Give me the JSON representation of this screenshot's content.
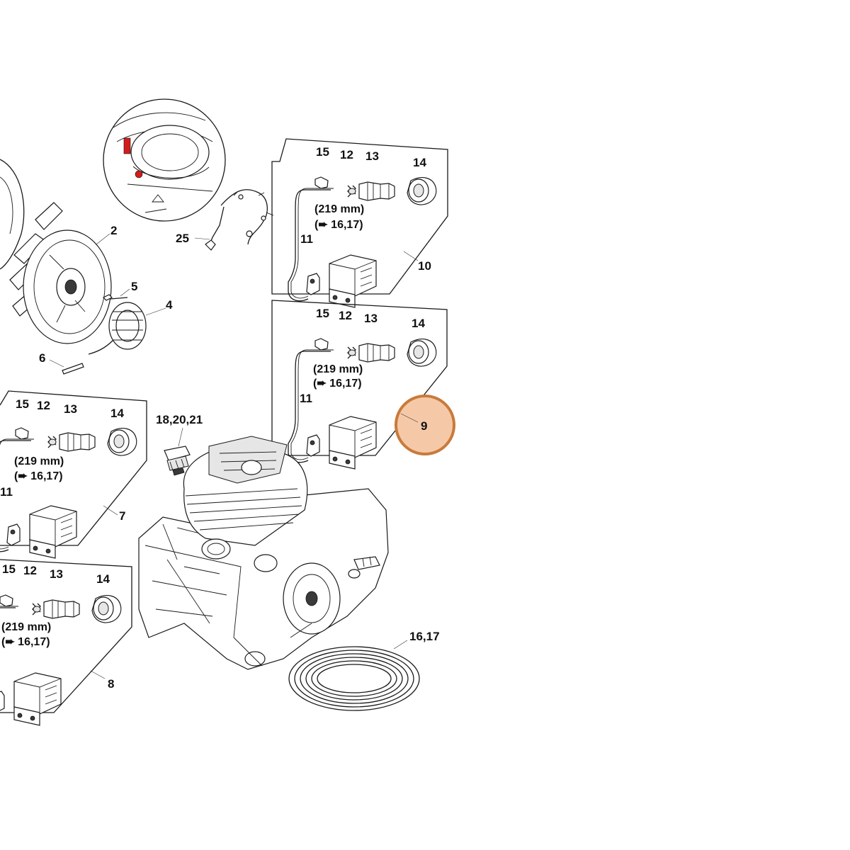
{
  "labels": {
    "p2": "2",
    "p4": "4",
    "p5": "5",
    "p6": "6",
    "p7": "7",
    "p8": "8",
    "p9": "9",
    "p10": "10",
    "p25": "25",
    "p16_17": "16,17",
    "p18_20_21": "18,20,21"
  },
  "kit": {
    "n11": "11",
    "n12": "12",
    "n13": "13",
    "n14": "14",
    "n15": "15",
    "length": "(219 mm)",
    "ref": "(➨ 16,17)"
  },
  "highlight": {
    "target": "9",
    "fill": "#f5c9a8",
    "stroke": "#c97a3a"
  }
}
